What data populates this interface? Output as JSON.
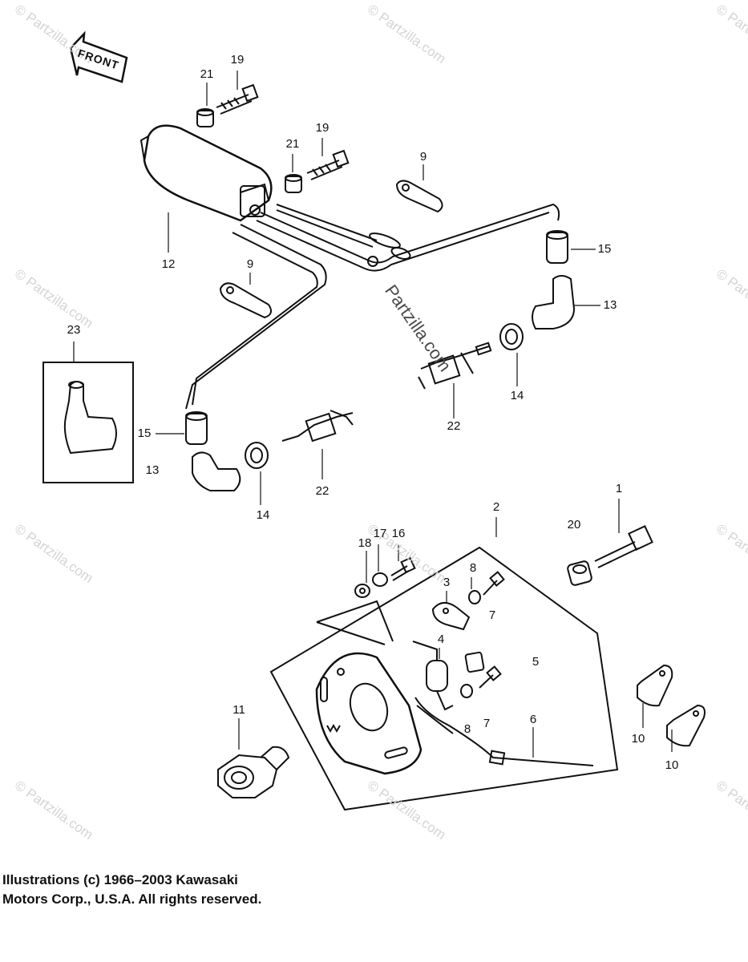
{
  "watermark": "© Partzilla.com",
  "watermark_center": "Partzilla.com",
  "front_label": "FRONT",
  "part_labels": {
    "p1": "1",
    "p2": "2",
    "p3": "3",
    "p4": "4",
    "p5": "5",
    "p6": "6",
    "p7a": "7",
    "p7b": "7",
    "p8a": "8",
    "p8b": "8",
    "p9a": "9",
    "p9b": "9",
    "p10a": "10",
    "p10b": "10",
    "p11": "11",
    "p12": "12",
    "p13a": "13",
    "p13b": "13",
    "p14a": "14",
    "p14b": "14",
    "p15a": "15",
    "p15b": "15",
    "p16": "16",
    "p17": "17",
    "p18": "18",
    "p19a": "19",
    "p19b": "19",
    "p20": "20",
    "p21a": "21",
    "p21b": "21",
    "p22a": "22",
    "p22b": "22",
    "p23": "23"
  },
  "copyright": {
    "line1": "Illustrations (c) 1966–2003 Kawasaki",
    "line2": "Motors Corp., U.S.A.  All rights reserved."
  }
}
